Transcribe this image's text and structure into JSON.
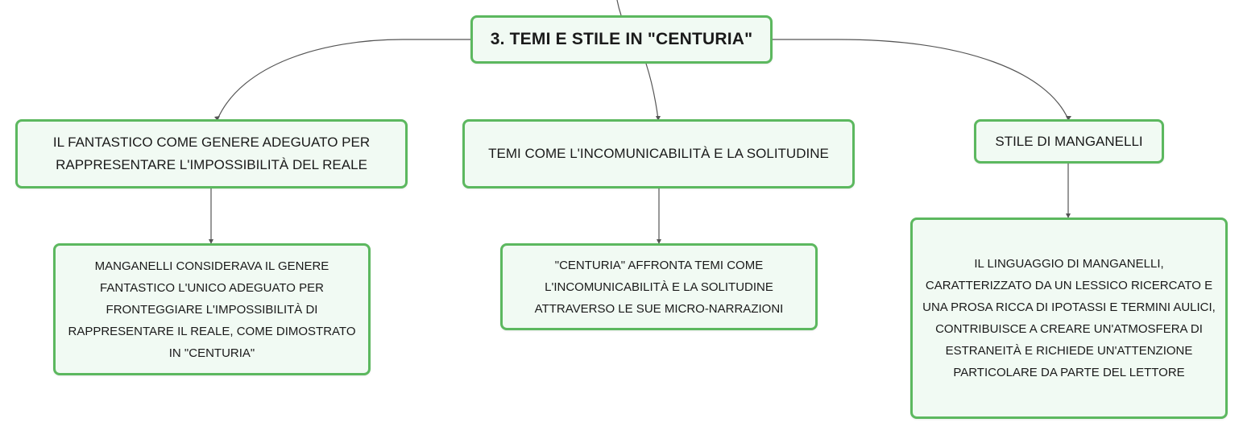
{
  "root": {
    "label": "3. TEMI E STILE IN \"CENTURIA\""
  },
  "topics": [
    {
      "label": "IL FANTASTICO COME GENERE ADEGUATO PER RAPPRESENTARE L'IMPOSSIBILITÀ DEL REALE"
    },
    {
      "label": "TEMI COME L'INCOMUNICABILITÀ E LA SOLITUDINE"
    },
    {
      "label": "STILE DI MANGANELLI"
    }
  ],
  "details": [
    {
      "label": "MANGANELLI CONSIDERAVA IL GENERE FANTASTICO L'UNICO ADEGUATO PER FRONTEGGIARE L'IMPOSSIBILITÀ DI RAPPRESENTARE IL REALE, COME DIMOSTRATO IN \"CENTURIA\""
    },
    {
      "label": "\"CENTURIA\" AFFRONTA TEMI COME L'INCOMUNICABILITÀ E LA SOLITUDINE ATTRAVERSO LE SUE MICRO-NARRAZIONI"
    },
    {
      "label": "IL LINGUAGGIO DI MANGANELLI, CARATTERIZZATO DA UN LESSICO RICERCATO E UNA PROSA RICCA DI IPOTASSI E TERMINI AULICI, CONTRIBUISCE A CREARE UN'ATMOSFERA DI ESTRANEITÀ E RICHIEDE UN'ATTENZIONE PARTICOLARE DA PARTE DEL LETTORE"
    }
  ],
  "colors": {
    "node_border": "#5cb85f",
    "node_fill": "#f1faf3",
    "connector": "#555555"
  }
}
